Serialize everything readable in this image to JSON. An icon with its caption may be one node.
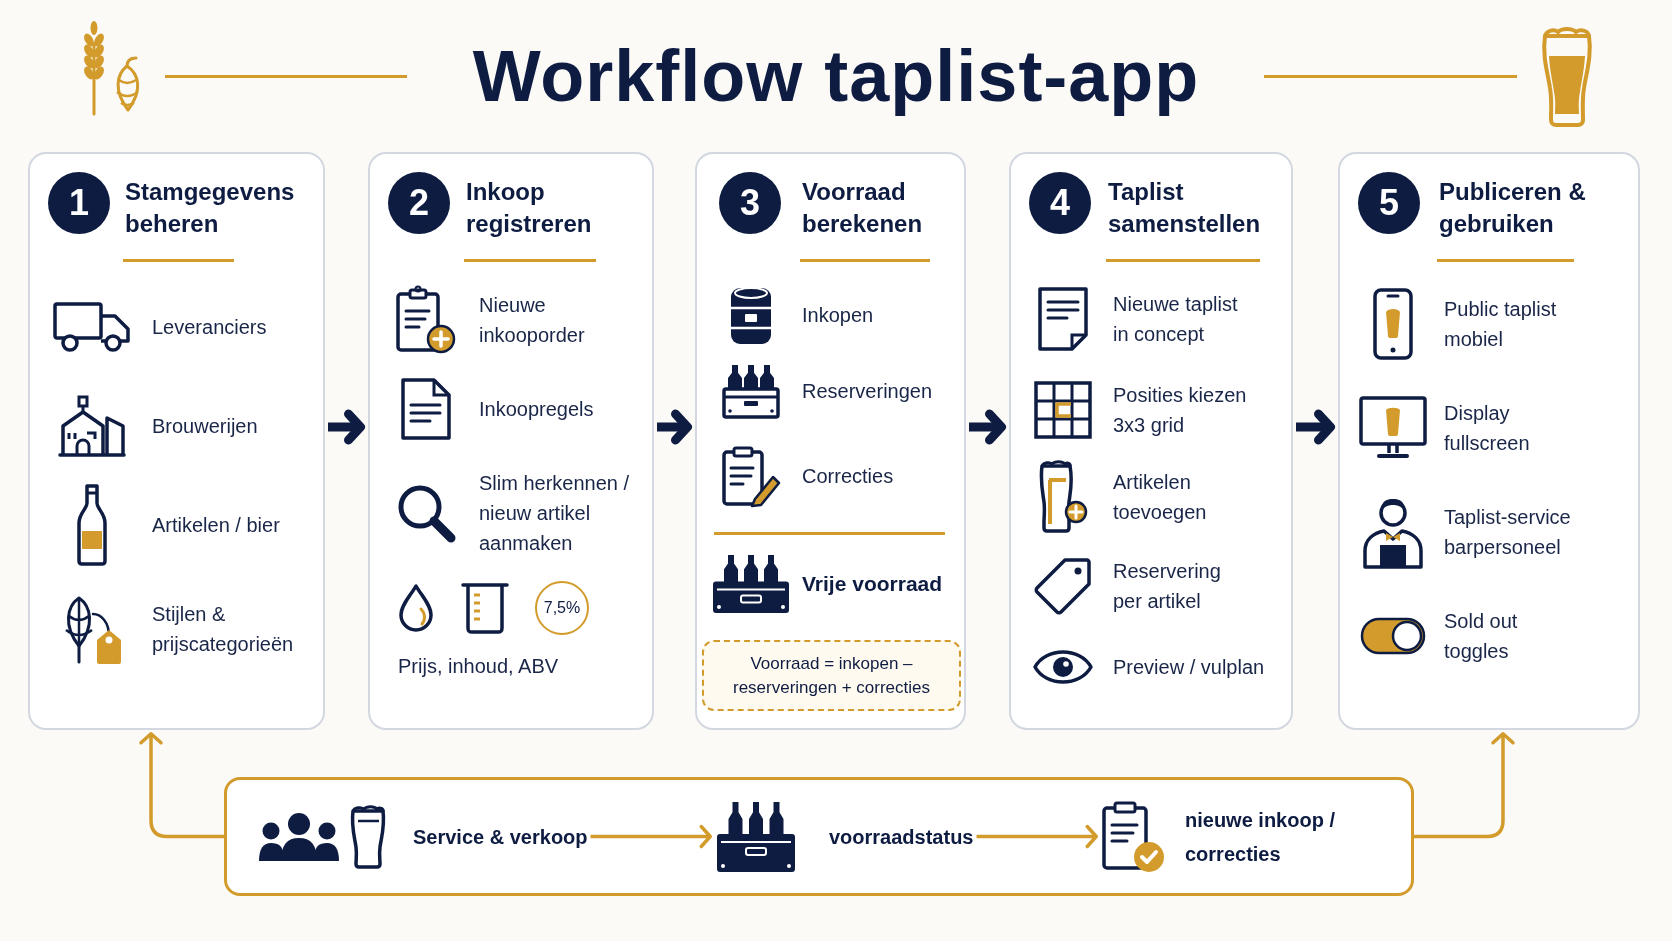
{
  "diagram": {
    "title": "Workflow taplist-app",
    "nodes": [
      {
        "text": [
          "Stamgegevens beheren",
          "Leveranciers",
          "Brouwerijen",
          "Artikelen / bier",
          "Stijlen & prijscategorieën"
        ]
      },
      {
        "text": [
          "1"
        ],
        "in": 0
      },
      {
        "text": [
          "Inkoop registreren",
          "Nieuwe inkooporder",
          "Inkoopregels",
          "Slim herkennen / nieuw artikel aanmaken",
          "Prijs, inhoud, ABV"
        ]
      },
      {
        "text": [
          "2"
        ],
        "in": 2
      },
      {
        "text": [
          "7,5%"
        ],
        "in": 2
      },
      {
        "text": [
          "Voorraad berekenen",
          "Inkopen",
          "Reserveringen",
          "Correcties",
          "Vrije voorraad"
        ]
      },
      {
        "text": [
          "3"
        ],
        "in": 5
      },
      {
        "text": [
          "Voorraad = inkopen – reserveringen + correcties"
        ],
        "in": 5
      },
      {
        "text": [
          "Taplist samenstellen",
          "Nieuwe taplist in concept",
          "Posities kiezen 3x3 grid",
          "Artikelen toevoegen",
          "Reservering per artikel",
          "Preview / vulplan"
        ]
      },
      {
        "text": [
          "4"
        ],
        "in": 8
      },
      {
        "text": [
          "Publiceren & gebruiken",
          "Public taplist mobiel",
          "Display fullscreen",
          "Taplist-service barpersoneel",
          "Sold out toggles"
        ]
      },
      {
        "text": [
          "5"
        ],
        "in": 10
      },
      {
        "text": [],
        "shape": "box"
      },
      {
        "text": [
          "Service & verkoop"
        ],
        "in": 12
      },
      {
        "text": [
          "voorraadstatus"
        ],
        "in": 12
      },
      {
        "text": [
          "nieuwe inkoop / correcties"
        ],
        "in": 12
      }
    ],
    "edges": [
      {
        "from": 0,
        "to": 2,
        "arrow": "to",
        "style": "thick"
      },
      {
        "from": 2,
        "to": 5,
        "arrow": "to",
        "style": "thick"
      },
      {
        "from": 5,
        "to": 8,
        "arrow": "to",
        "style": "thick"
      },
      {
        "from": 8,
        "to": 10,
        "arrow": "to",
        "style": "thick"
      },
      {
        "from": 13,
        "to": 14,
        "arrow": "to",
        "color": "#d29b2b"
      },
      {
        "from": 14,
        "to": 15,
        "arrow": "to",
        "color": "#d29b2b"
      },
      {
        "from": 12,
        "to": 0,
        "arrow": "to",
        "color": "#d29b2b"
      },
      {
        "from": 12,
        "to": 10,
        "arrow": "to",
        "color": "#d29b2b"
      }
    ]
  }
}
